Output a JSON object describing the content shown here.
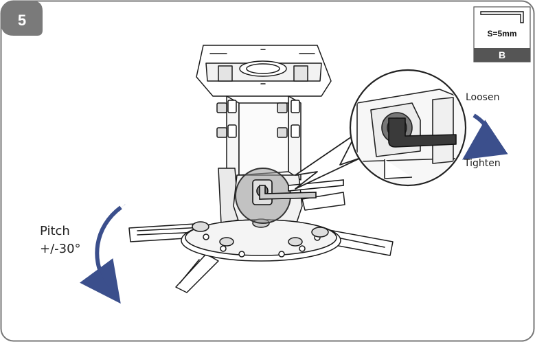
{
  "step": {
    "number": "5"
  },
  "tool": {
    "size_label": "S=5mm",
    "id_label": "B"
  },
  "rotation": {
    "loosen_label": "Loosen",
    "tighten_label": "Tighten"
  },
  "pitch": {
    "label": "Pitch",
    "range": "+/-30°"
  },
  "colors": {
    "badge": "#7a7a7a",
    "frame": "#777777",
    "arrow": "#3b4f8c",
    "tool_tab": "#555555",
    "line": "#1a1a1a"
  }
}
